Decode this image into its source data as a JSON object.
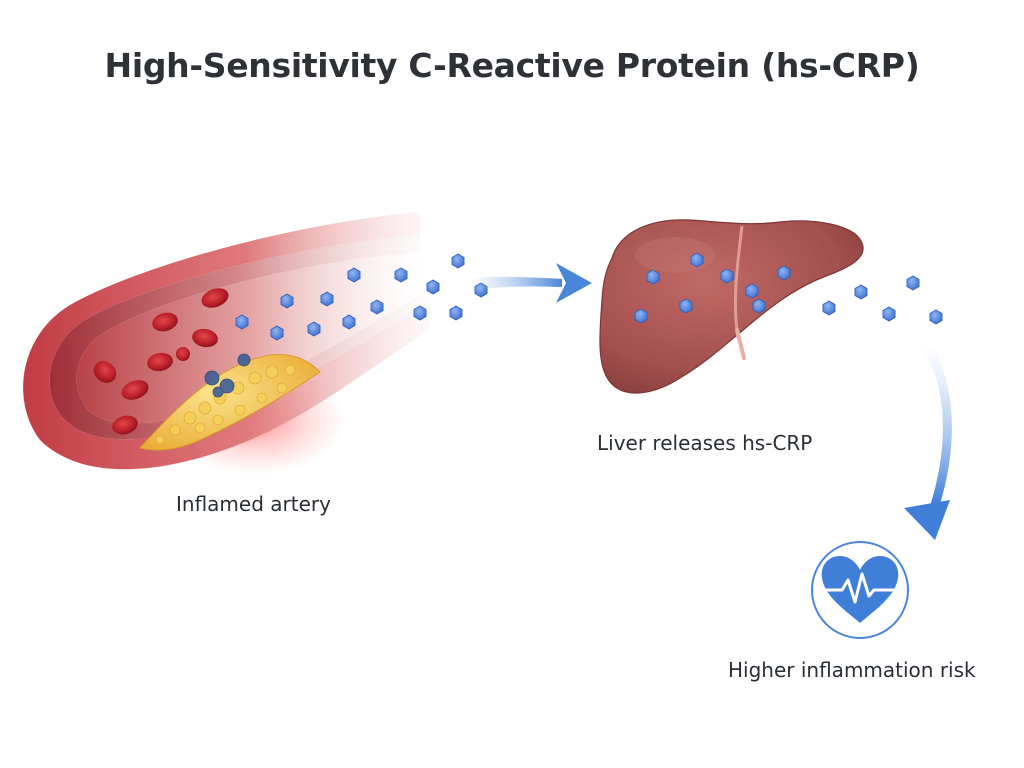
{
  "title": "High-Sensitivity C-Reactive Protein (hs-CRP)",
  "labels": {
    "artery": "Inflamed artery",
    "liver": "Liver releases hs-CRP",
    "risk": "Higher inflammation risk"
  },
  "icons": {
    "artery": "inflamed-artery-illustration",
    "liver": "liver-illustration",
    "molecule": "hexagon-protein-molecule",
    "risk": "heart-pulse-icon"
  },
  "colors": {
    "molecule": "#4a7fd6",
    "arrow": "#4a86d8",
    "artery": "#c8474c",
    "plaque": "#f0c24a",
    "liver": "#a8514f",
    "heart": "#3f7fd8",
    "inflammation": "#f23a3a"
  }
}
